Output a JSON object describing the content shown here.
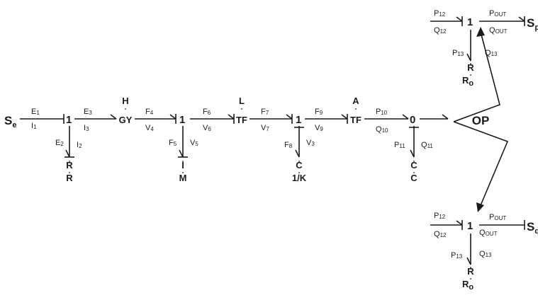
{
  "diagram": {
    "sources": {
      "se": "S",
      "se_sub": "e",
      "sp": "S",
      "sp_sub": "p",
      "sq": "S",
      "sq_sub": "q"
    },
    "junctions": {
      "j1": "1",
      "j2": "1",
      "j3": "1",
      "j0": "0",
      "j4": "1",
      "j5": "1"
    },
    "elements": {
      "gy": "GY",
      "gy_param": "H",
      "tf1": "TF",
      "tf1_param": "L",
      "tf2": "TF",
      "tf2_param": "A",
      "r1_type": "R",
      "r1_param": "R",
      "i1_type": "I",
      "i1_param": "M",
      "c1_type": "C",
      "c1_param": "1/K",
      "c2_type": "C",
      "c2_param": "C",
      "r2_type": "R",
      "r2_param": "R",
      "r2_sub": "o",
      "r3_type": "R",
      "r3_param": "R",
      "r3_sub": "o"
    },
    "op_label": "OP",
    "bonds": {
      "e1": [
        "E",
        "1"
      ],
      "i1": [
        "I",
        "1"
      ],
      "e3": [
        "E",
        "3"
      ],
      "i3": [
        "I",
        "3"
      ],
      "e2": [
        "E",
        "2"
      ],
      "i2": [
        "I",
        "2"
      ],
      "f4": [
        "F",
        "4"
      ],
      "v4": [
        "V",
        "4"
      ],
      "f6": [
        "F",
        "6"
      ],
      "v6": [
        "V",
        "6"
      ],
      "f5": [
        "F",
        "5"
      ],
      "v5": [
        "V",
        "5"
      ],
      "f7": [
        "F",
        "7"
      ],
      "v7": [
        "V",
        "7"
      ],
      "f9": [
        "F",
        "9"
      ],
      "v9": [
        "V",
        "9"
      ],
      "f8": [
        "F",
        "8"
      ],
      "v3": [
        "V",
        "3"
      ],
      "p10": [
        "P",
        "10"
      ],
      "q10": [
        "Q",
        "10"
      ],
      "p11": [
        "P",
        "11"
      ],
      "q11": [
        "Q",
        "11"
      ],
      "pt12": [
        "P",
        "12"
      ],
      "qt12": [
        "Q",
        "12"
      ],
      "ptout": [
        "P",
        "OUT"
      ],
      "qtout": [
        "Q",
        "OUT"
      ],
      "pt13": [
        "P",
        "13"
      ],
      "qt13": [
        "Q",
        "13"
      ],
      "pb12": [
        "P",
        "12"
      ],
      "qb12": [
        "Q",
        "12"
      ],
      "pbout": [
        "P",
        "OUT"
      ],
      "qbout": [
        "Q",
        "OUT"
      ],
      "pb13": [
        "P",
        "13"
      ],
      "qb13": [
        "Q",
        "13"
      ]
    }
  }
}
